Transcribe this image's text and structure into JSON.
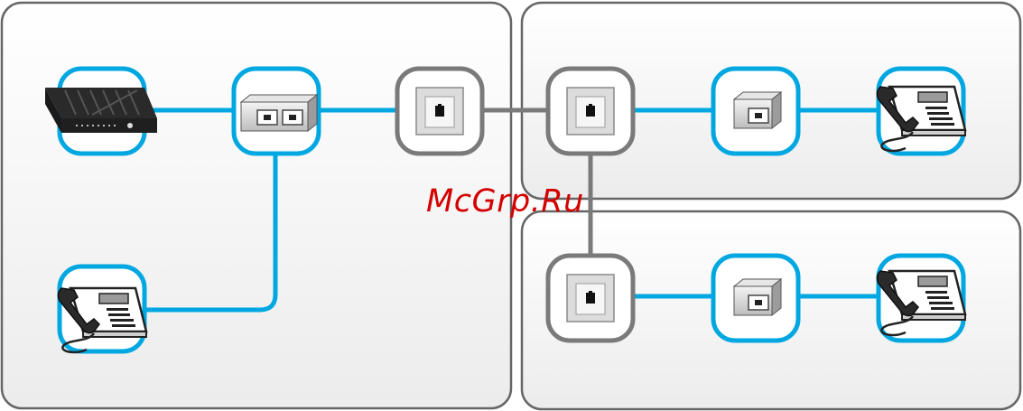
{
  "watermark": "McGrp.Ru",
  "colors": {
    "blue_line": "#00a7e1",
    "gray_line": "#7a7a7a",
    "panel_fill": "#f0f0f0",
    "panel_border": "#666666",
    "watermark": "#d40000"
  },
  "zones": [
    "main-zone",
    "upper-right-zone",
    "lower-right-zone"
  ],
  "devices": [
    {
      "name": "modem-router-icon",
      "type": "router"
    },
    {
      "name": "splitter-dual-port-icon",
      "type": "splitter"
    },
    {
      "name": "wall-socket-main-icon",
      "type": "wall-socket"
    },
    {
      "name": "telephone-main-icon",
      "type": "telephone"
    },
    {
      "name": "wall-socket-upper-icon",
      "type": "wall-socket"
    },
    {
      "name": "filter-upper-icon",
      "type": "filter"
    },
    {
      "name": "telephone-upper-icon",
      "type": "telephone"
    },
    {
      "name": "wall-socket-lower-icon",
      "type": "wall-socket"
    },
    {
      "name": "filter-lower-icon",
      "type": "filter"
    },
    {
      "name": "telephone-lower-icon",
      "type": "telephone"
    }
  ]
}
